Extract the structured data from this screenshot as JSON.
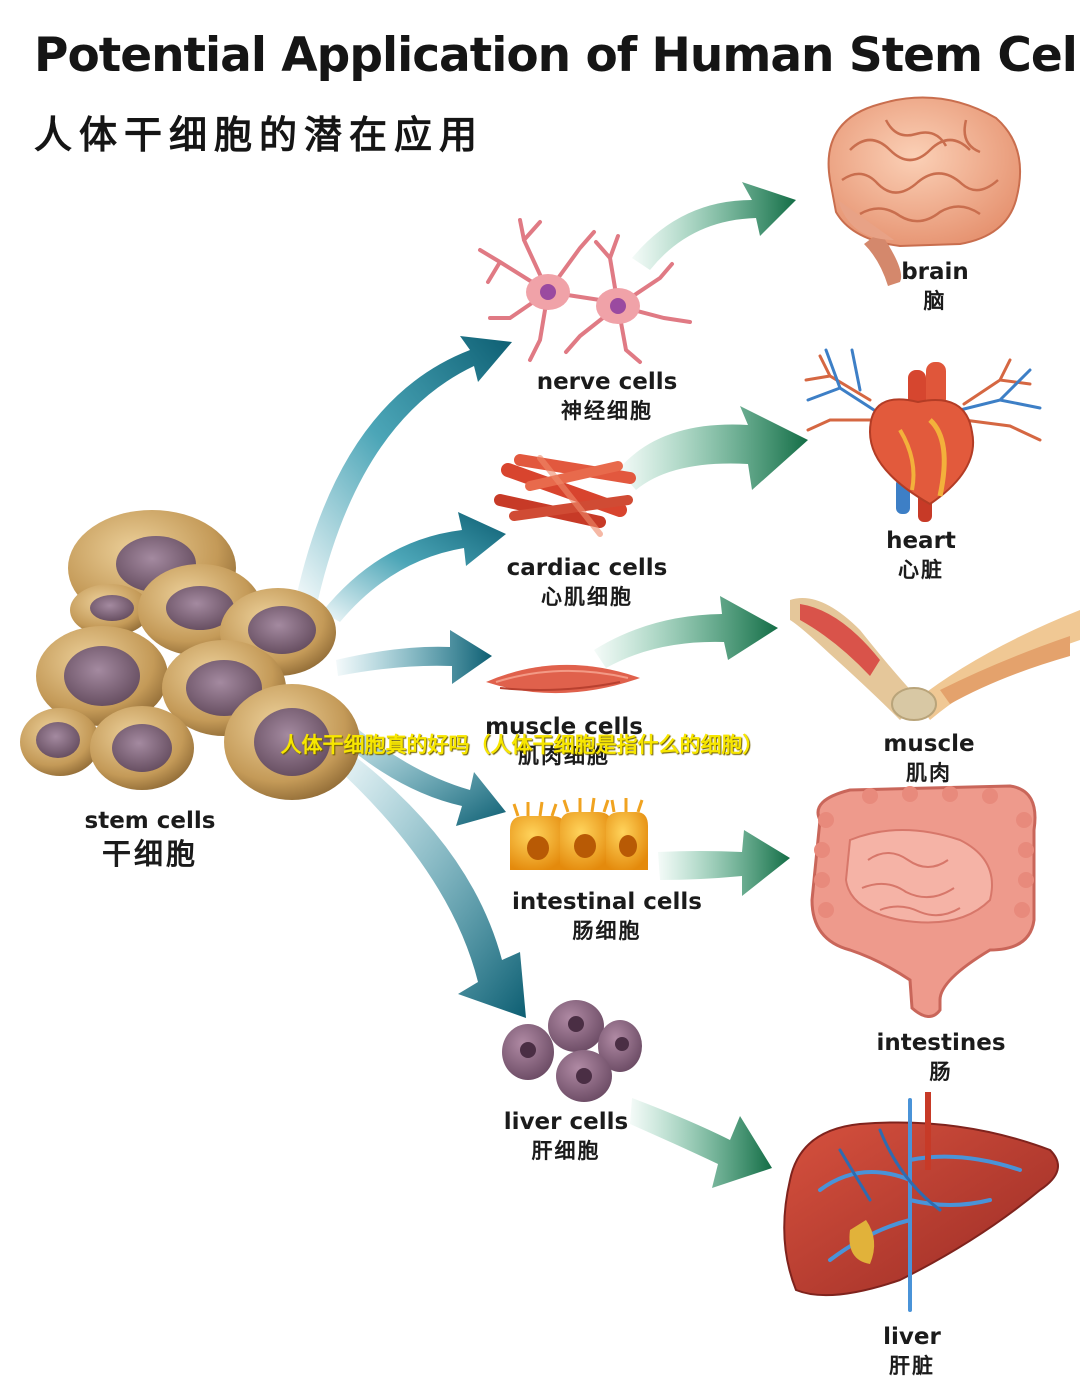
{
  "title": {
    "english": "Potential Application of Human Stem Cells",
    "chinese": "人体干细胞的潜在应用"
  },
  "source": {
    "english": "stem cells",
    "chinese": "干细胞"
  },
  "cell_types": [
    {
      "english": "nerve cells",
      "chinese": "神经细胞"
    },
    {
      "english": "cardiac cells",
      "chinese": "心肌细胞"
    },
    {
      "english": "muscle cells",
      "chinese": "肌肉细胞"
    },
    {
      "english": "intestinal cells",
      "chinese": "肠细胞"
    },
    {
      "english": "liver cells",
      "chinese": "肝细胞"
    }
  ],
  "organs": [
    {
      "english": "brain",
      "chinese": "脑"
    },
    {
      "english": "heart",
      "chinese": "心脏"
    },
    {
      "english": "muscle",
      "chinese": "肌肉"
    },
    {
      "english": "intestines",
      "chinese": "肠"
    },
    {
      "english": "liver",
      "chinese": "肝脏"
    }
  ],
  "overlay_caption": "人体干细胞真的好吗（人体干细胞是指什么的细胞）",
  "colors": {
    "arrow_teal": "#1f8fa5",
    "arrow_green": "#1e8a5c",
    "stem_cell": "#c49a58",
    "nucleus": "#8a6b7e",
    "caption": "#f7e600"
  }
}
